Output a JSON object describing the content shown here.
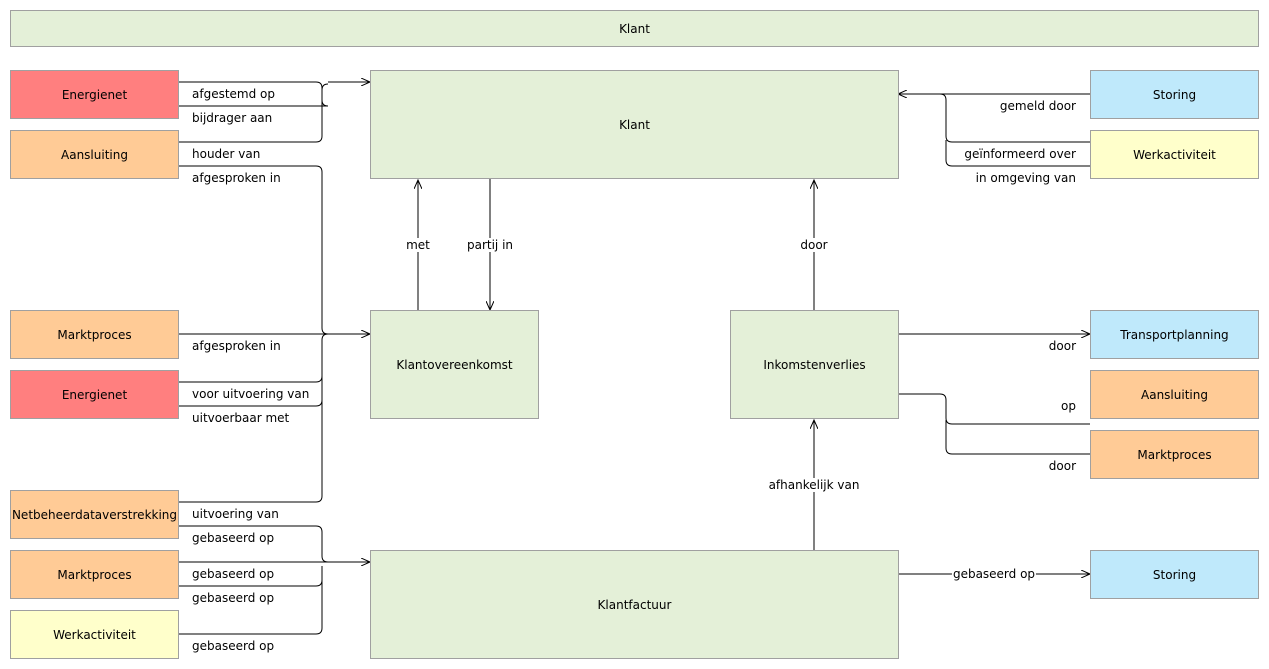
{
  "header": {
    "title": "Klant"
  },
  "nodes": {
    "klant": "Klant",
    "klantovereenkomst": "Klantovereenkomst",
    "inkomstenverlies": "Inkomstenverlies",
    "klantfactuur": "Klantfactuur",
    "energienet_1": "Energienet",
    "aansluiting_1": "Aansluiting",
    "marktproces_1": "Marktproces",
    "energienet_2": "Energienet",
    "netbeheerdataverstrekking": "Netbeheerdataverstrekking",
    "marktproces_2": "Marktproces",
    "werkactiviteit_1": "Werkactiviteit",
    "storing_1": "Storing",
    "werkactiviteit_2": "Werkactiviteit",
    "transportplanning": "Transportplanning",
    "aansluiting_2": "Aansluiting",
    "marktproces_3": "Marktproces",
    "storing_2": "Storing"
  },
  "edges": {
    "afgestemd_op": "afgestemd op",
    "bijdrager_aan": "bijdrager aan",
    "houder_van": "houder van",
    "afgesproken_in_1": "afgesproken in",
    "afgesproken_in_2": "afgesproken in",
    "voor_uitvoering_van": "voor uitvoering van",
    "uitvoerbaar_met": "uitvoerbaar met",
    "uitvoering_van": "uitvoering van",
    "gebaseerd_op_1": "gebaseerd op",
    "gebaseerd_op_2": "gebaseerd op",
    "gebaseerd_op_3": "gebaseerd op",
    "gebaseerd_op_4": "gebaseerd op",
    "gebaseerd_op_5": "gebaseerd op",
    "met": "met",
    "partij_in": "partij in",
    "door_1": "door",
    "afhankelijk_van": "afhankelijk van",
    "gemeld_door": "gemeld door",
    "geinformeerd_over": "geïnformeerd over",
    "in_omgeving_van": "in omgeving van",
    "door_2": "door",
    "op": "op",
    "door_3": "door"
  },
  "colors": {
    "domain_green": "#e4f0d8",
    "energienet_red": "#ff7f7f",
    "process_orange": "#ffcb96",
    "event_blue": "#bfe9fb",
    "activity_yellow": "#ffffcb",
    "border": "#a0a0a0"
  }
}
